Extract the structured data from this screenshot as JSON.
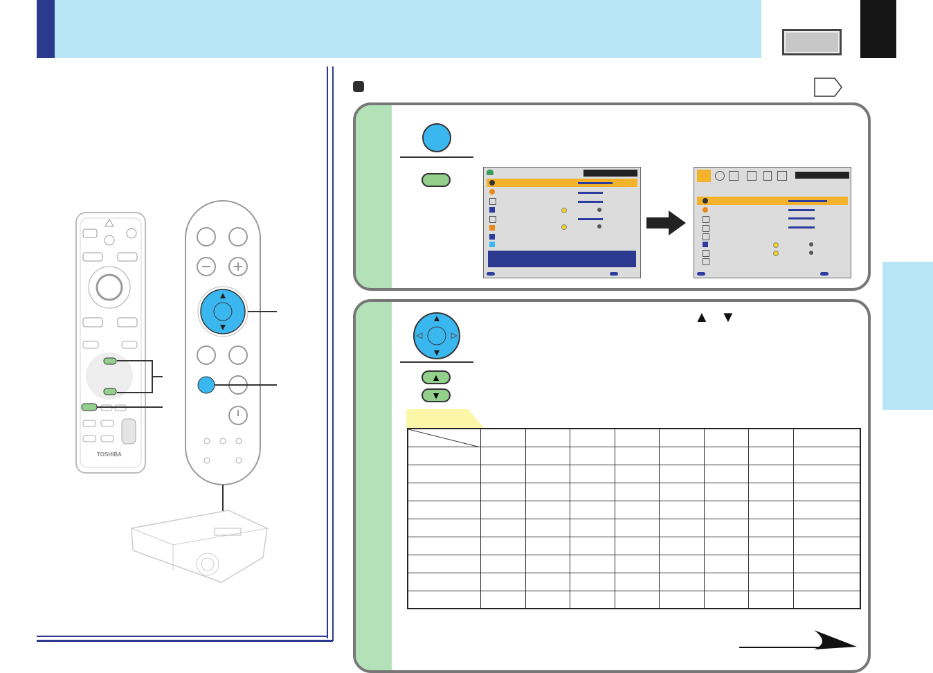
{
  "header": {
    "accent_color": "#b8e6f7",
    "tab_color": "#2b3a8f"
  },
  "remote": {
    "brand": "TOSHIBA"
  },
  "step1": {
    "osd_left": {
      "rows": 9
    },
    "osd_right": {
      "rows": 9
    }
  },
  "step2": {
    "up_arrow": "▲",
    "down_arrow": "▼"
  },
  "table": {
    "rows": 9,
    "cols": 8
  }
}
